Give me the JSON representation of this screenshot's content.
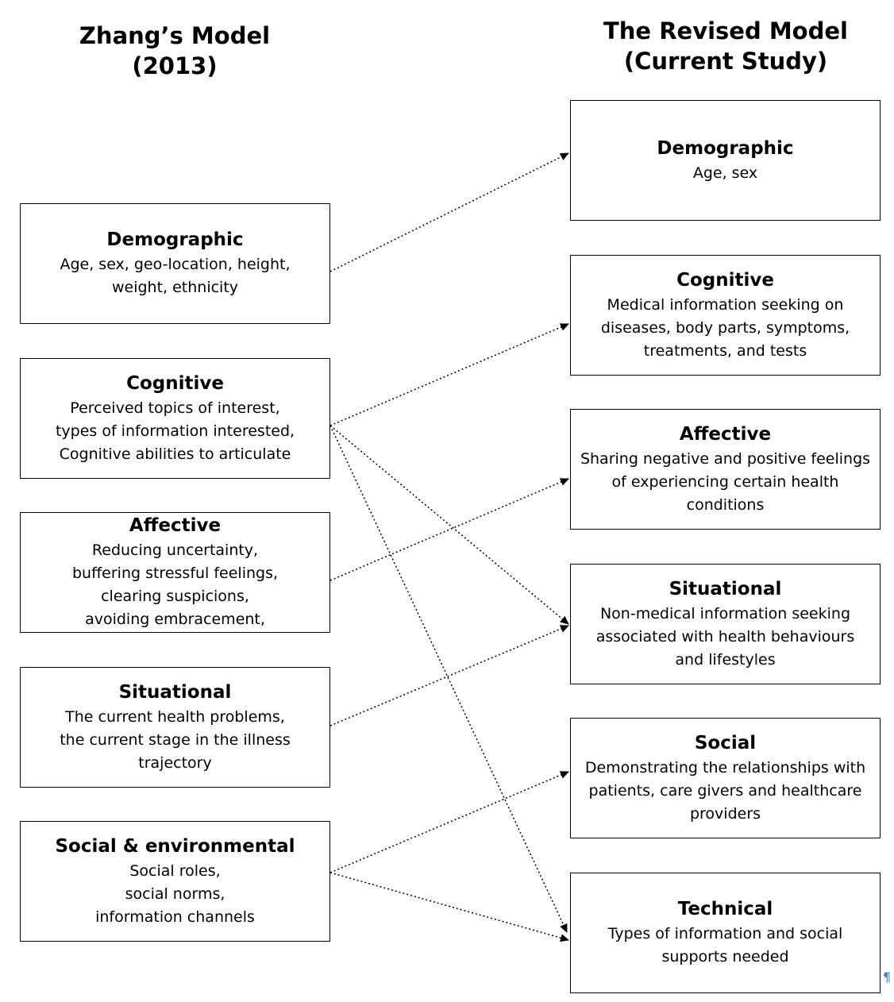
{
  "left_title": {
    "line1": "Zhang’s Model",
    "line2": "(2013)"
  },
  "right_title": {
    "line1": "The Revised Model",
    "line2": "(Current Study)"
  },
  "left_boxes": [
    {
      "title": "Demographic",
      "lines": [
        "Age, sex, geo-location, height,",
        "weight, ethnicity"
      ]
    },
    {
      "title": "Cognitive",
      "lines": [
        "Perceived topics of interest,",
        "types of information interested,",
        "Cognitive abilities to articulate"
      ]
    },
    {
      "title": "Affective",
      "lines": [
        "Reducing uncertainty,",
        "buffering stressful feelings,",
        "clearing suspicions,",
        "avoiding embracement,"
      ]
    },
    {
      "title": "Situational",
      "lines": [
        "The current health problems,",
        "the current stage in the illness",
        "trajectory"
      ]
    },
    {
      "title": "Social & environmental",
      "lines": [
        "Social roles,",
        "social norms,",
        "information channels"
      ]
    }
  ],
  "right_boxes": [
    {
      "title": "Demographic",
      "lines": [
        "Age, sex"
      ]
    },
    {
      "title": "Cognitive",
      "lines": [
        "Medical information seeking on",
        "diseases, body parts, symptoms,",
        "treatments, and tests"
      ]
    },
    {
      "title": "Affective",
      "lines": [
        "Sharing negative and positive feelings",
        "of experiencing certain health",
        "conditions"
      ]
    },
    {
      "title": "Situational",
      "lines": [
        "Non-medical information seeking",
        "associated with health behaviours",
        "and lifestyles"
      ]
    },
    {
      "title": "Social",
      "lines": [
        "Demonstrating the relationships with",
        "patients, care givers and healthcare",
        "providers"
      ]
    },
    {
      "title": "Technical",
      "lines": [
        "Types of information and social",
        "supports needed"
      ]
    }
  ],
  "colors": {
    "stroke": "#000000",
    "background": "#ffffff",
    "corner_mark": "#3b7ed6"
  },
  "connector_style": "dotted-arrow"
}
